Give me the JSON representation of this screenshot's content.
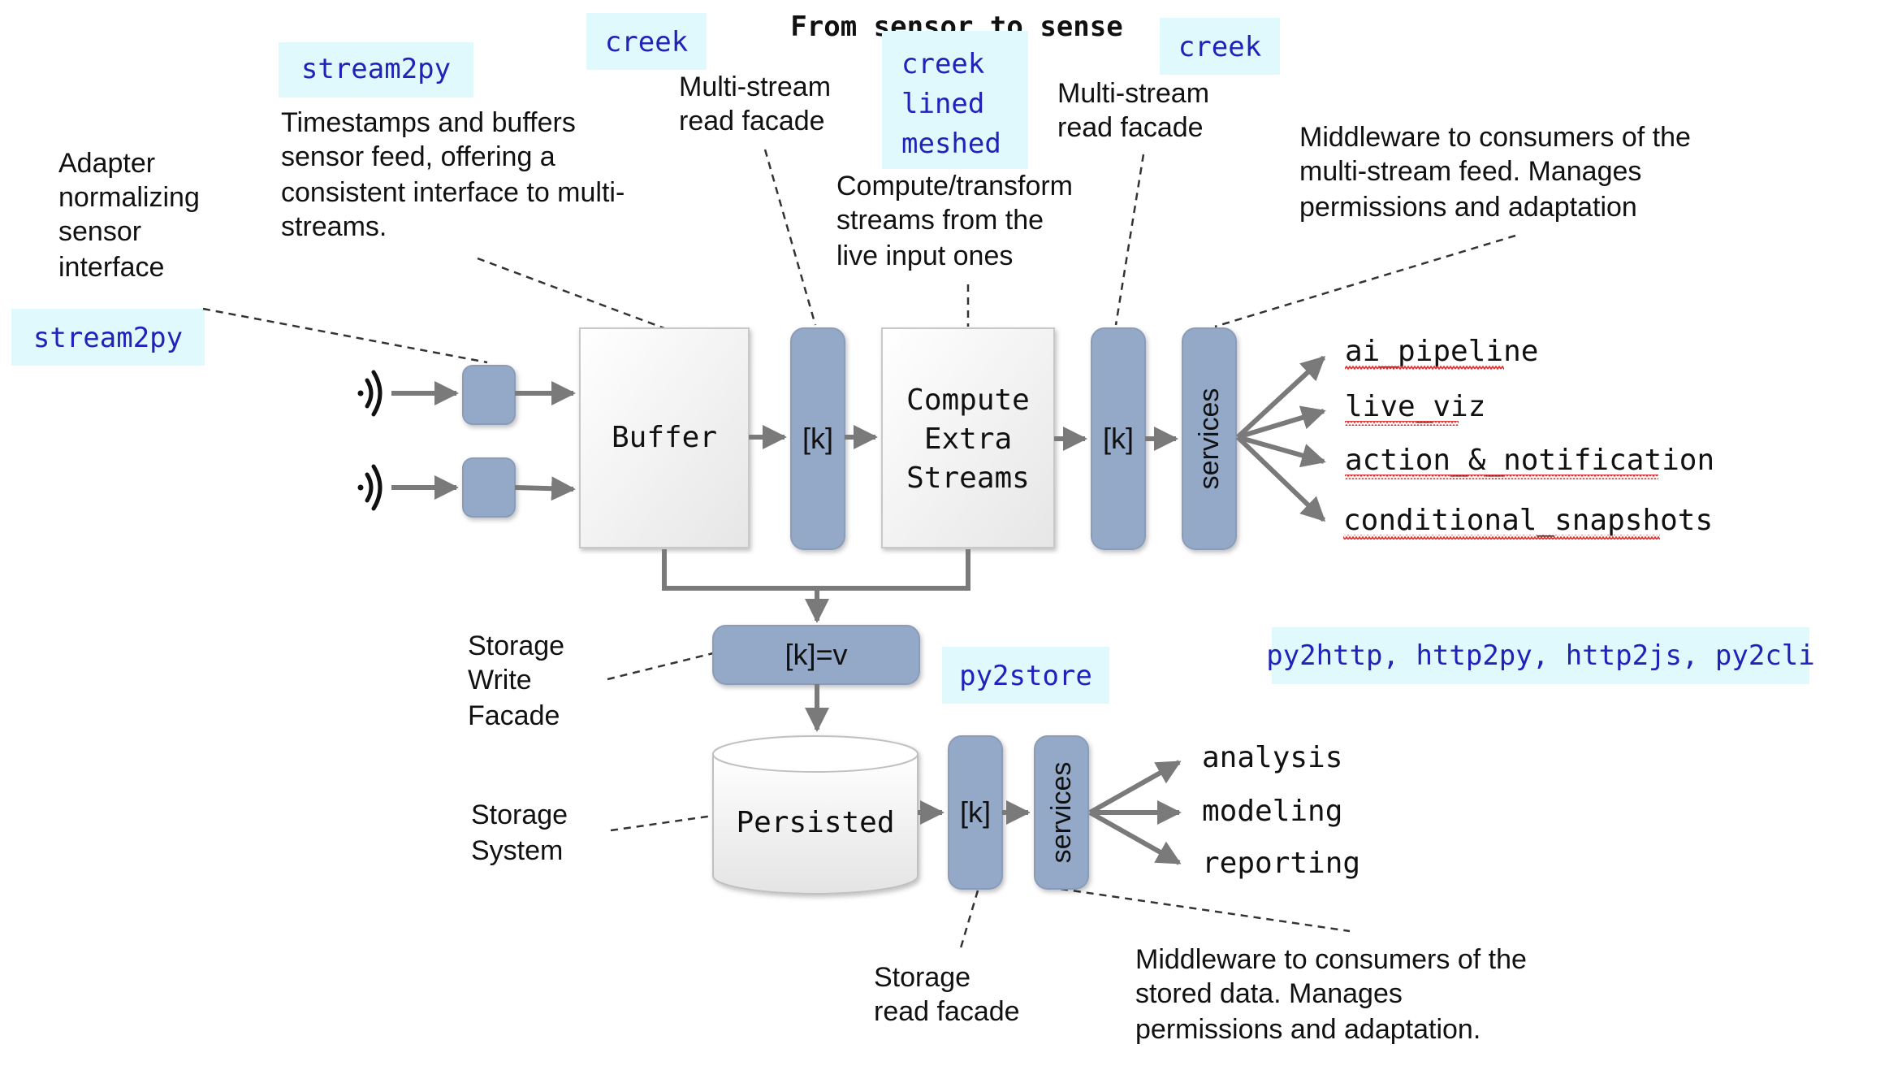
{
  "title": "From sensor to sense",
  "colors": {
    "tag_bg": "#dff9fd",
    "tag_text": "#2222bb",
    "node_fill": "#94a9c8",
    "node_stroke": "#8a9cb8",
    "box_fill": "#f2f2f2",
    "arrow": "#7a7a7a",
    "squiggle": "#e03030"
  },
  "icons": {
    "sensor": "wireless-signal-icon"
  },
  "tags": {
    "stream2py_top": "stream2py",
    "stream2py_left": "stream2py",
    "creek_1": "creek",
    "creek_lined_meshed": [
      "creek",
      "lined",
      "meshed"
    ],
    "creek_2": "creek",
    "py2store": "py2store",
    "py2http": "py2http, http2py, http2js, py2cli"
  },
  "nodes": {
    "buffer": "Buffer",
    "k_read_1": "[k]",
    "compute": [
      "Compute",
      "Extra",
      "Streams"
    ],
    "k_read_2": "[k]",
    "services_top": "services",
    "kv_write": "[k]=v",
    "persisted": "Persisted",
    "k_read_3": "[k]",
    "services_bottom": "services"
  },
  "outputs_top": [
    "ai_pipeline",
    "live_viz",
    "action_&_notification",
    "conditional_snapshots"
  ],
  "outputs_bottom": [
    "analysis",
    "modeling",
    "reporting"
  ],
  "annotations": {
    "adapter": [
      "Adapter",
      "normalizing",
      "sensor",
      "interface"
    ],
    "timestamps": [
      "Timestamps and buffers",
      "sensor feed, offering a",
      "consistent interface to multi-",
      "streams."
    ],
    "multistream_1": [
      "Multi-stream",
      "read facade"
    ],
    "compute_desc": [
      "Compute/transform",
      "streams from the",
      "live input ones"
    ],
    "multistream_2": [
      "Multi-stream",
      "read facade"
    ],
    "middleware_top": [
      "Middleware to consumers of the",
      "multi-stream feed. Manages",
      "permissions and adaptation"
    ],
    "storage_write": [
      "Storage",
      "Write",
      "Facade"
    ],
    "storage_system": [
      "Storage",
      "System"
    ],
    "storage_read": [
      "Storage",
      "read facade"
    ],
    "middleware_bottom": [
      "Middleware to consumers of the",
      "stored data. Manages",
      "permissions and adaptation."
    ]
  }
}
